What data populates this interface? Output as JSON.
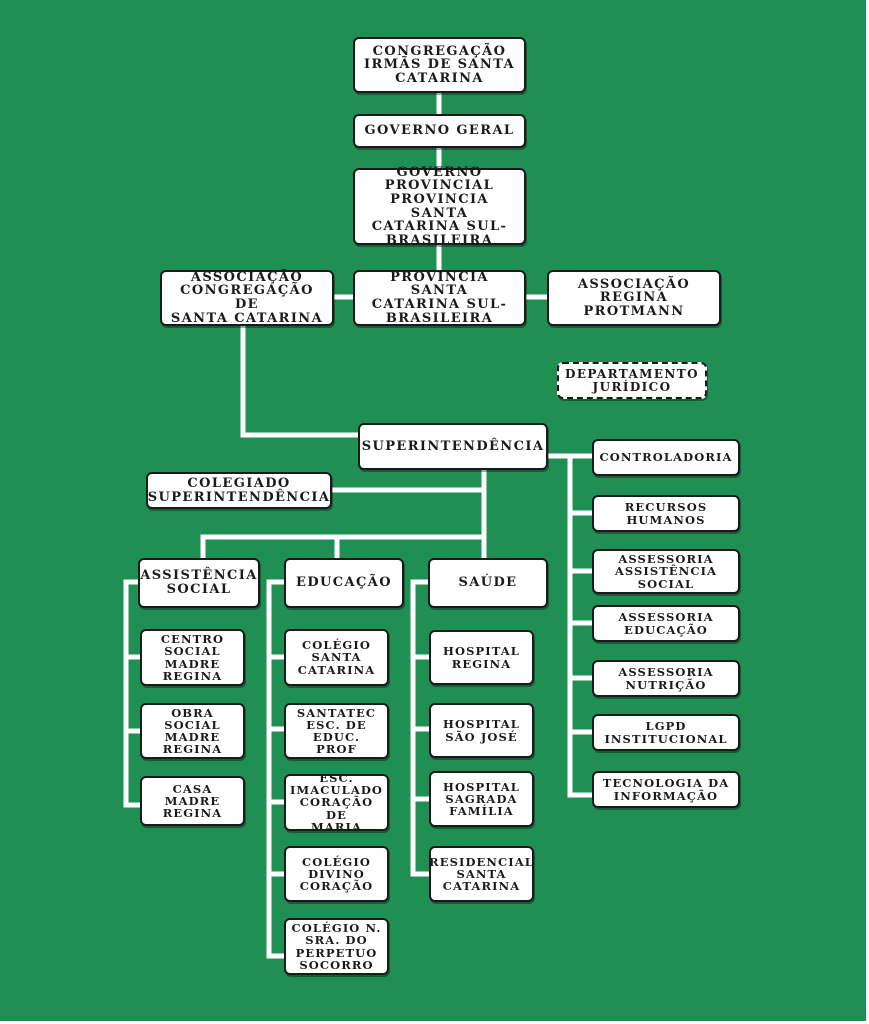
{
  "nodes": {
    "congregacao": "CONGREGAÇÃO\nIRMÃS DE SANTA\nCATARINA",
    "governo_geral": "GOVERNO GERAL",
    "governo_provincial": "GOVERNO\nPROVINCIAL\nPROVINCIA SANTA\nCATARINA SUL-\nBRASILEIRA",
    "associacao_congregacao": "ASSOCIAÇÃO\nCONGREGAÇÃO DE\nSANTA CATARINA",
    "provincia": "PROVINCIA SANTA\nCATARINA SUL-\nBRASILEIRA",
    "associacao_regina": "ASSOCIAÇÃO\nREGINA\nPROTMANN",
    "departamento_juridico": "DEPARTAMENTO\nJURÍDICO",
    "superintendencia": "SUPERINTENDÊNCIA",
    "colegiado": "COLEGIADO\nSUPERINTENDÊNCIA",
    "controladoria": "CONTROLADORIA",
    "recursos_humanos": "RECURSOS\nHUMANOS",
    "assessoria_social": "ASSESSORIA\nASSISTÊNCIA\nSOCIAL",
    "assessoria_educacao": "ASSESSORIA\nEDUCAÇÃO",
    "assessoria_nutricao": "ASSESSORIA\nNUTRIÇÃO",
    "lgpd": "LGPD\nINSTITUCIONAL",
    "tecnologia": "TECNOLOGIA DA\nINFORMAÇÃO",
    "assistencia_social": "ASSISTÊNCIA\nSOCIAL",
    "educacao": "EDUCAÇÃO",
    "saude": "SAÚDE",
    "centro_social": "CENTRO\nSOCIAL\nMADRE\nREGINA",
    "obra_social": "OBRA\nSOCIAL\nMADRE\nREGINA",
    "casa_madre": "CASA MADRE\nREGINA",
    "colegio_santa_catarina": "COLÉGIO\nSANTA\nCATARINA",
    "santatec": "SANTATEC\nESC. DE\nEDUC. PROF",
    "esc_imaculado": "ESC.\nIMACULADO\nCORAÇÃO DE\nMARIA",
    "colegio_divino": "COLÉGIO\nDIVINO\nCORAÇÃO",
    "colegio_perpetuo": "COLÉGIO N.\nSRA. DO\nPERPETUO\nSOCORRO",
    "hospital_regina": "HOSPITAL\nREGINA",
    "hospital_sao_jose": "HOSPITAL\nSÃO JOSÉ",
    "hospital_sagrada": "HOSPITAL\nSAGRADA\nFAMÍLIA",
    "residencial": "RESIDENCIAL\nSANTA\nCATARINA"
  },
  "colors": {
    "background": "#1f8f54",
    "box_fill": "#ffffff",
    "box_border": "#1a1a1a",
    "connector": "#ffffff"
  }
}
